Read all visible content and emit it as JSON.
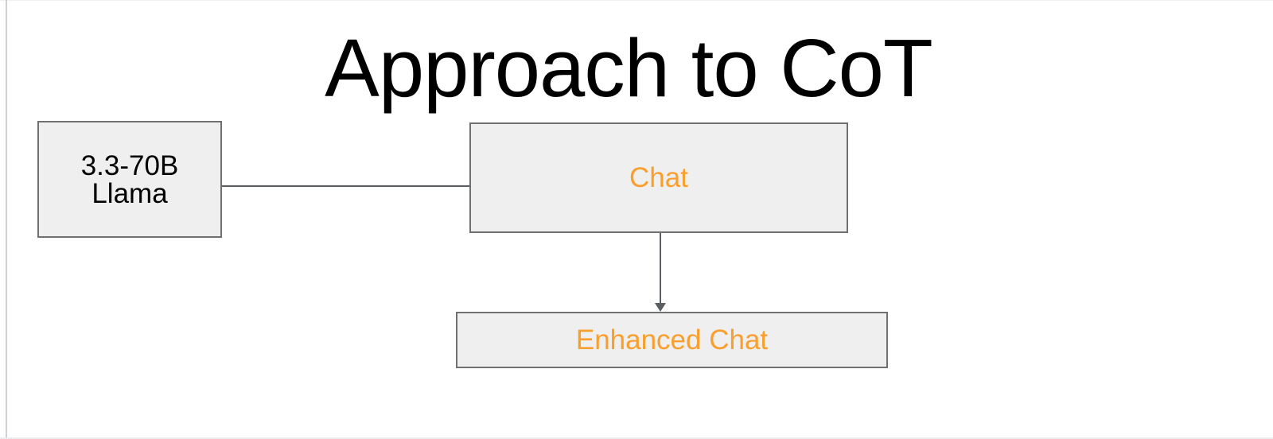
{
  "title": "Approach to CoT",
  "colors": {
    "accent_orange": "#f99f2e",
    "box_fill": "#efefef",
    "box_border": "#707070",
    "connector": "#5a5d61",
    "canvas_edge": "#cdd1d6"
  },
  "diagram": {
    "type": "flowchart",
    "nodes": [
      {
        "id": "llama",
        "label_lines": [
          "3.3-70B",
          "Llama"
        ],
        "text_color": "black"
      },
      {
        "id": "chat",
        "label": "Chat",
        "text_color": "orange"
      },
      {
        "id": "enhanced_chat",
        "label": "Enhanced Chat",
        "text_color": "orange"
      }
    ],
    "edges": [
      {
        "from": "llama",
        "to": "chat",
        "style": "plain-line"
      },
      {
        "from": "chat",
        "to": "enhanced_chat",
        "style": "arrow-down"
      }
    ]
  }
}
